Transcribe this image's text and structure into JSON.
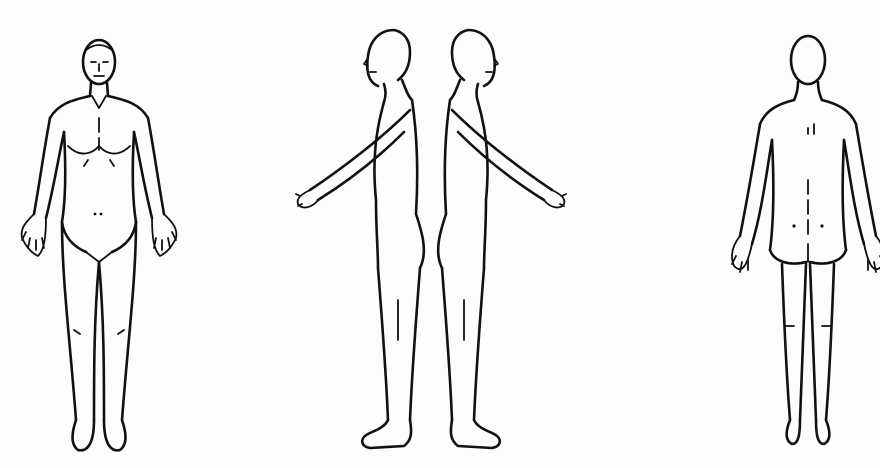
{
  "diagram": {
    "kind": "body-outline-chart",
    "views": [
      {
        "id": "front",
        "icon": "body-front-view-icon"
      },
      {
        "id": "left-side",
        "icon": "body-left-profile-icon"
      },
      {
        "id": "right-side",
        "icon": "body-right-profile-icon"
      },
      {
        "id": "back",
        "icon": "body-back-view-icon"
      }
    ],
    "colors": {
      "line": "#111111",
      "paper": "#fdfdfd"
    }
  }
}
